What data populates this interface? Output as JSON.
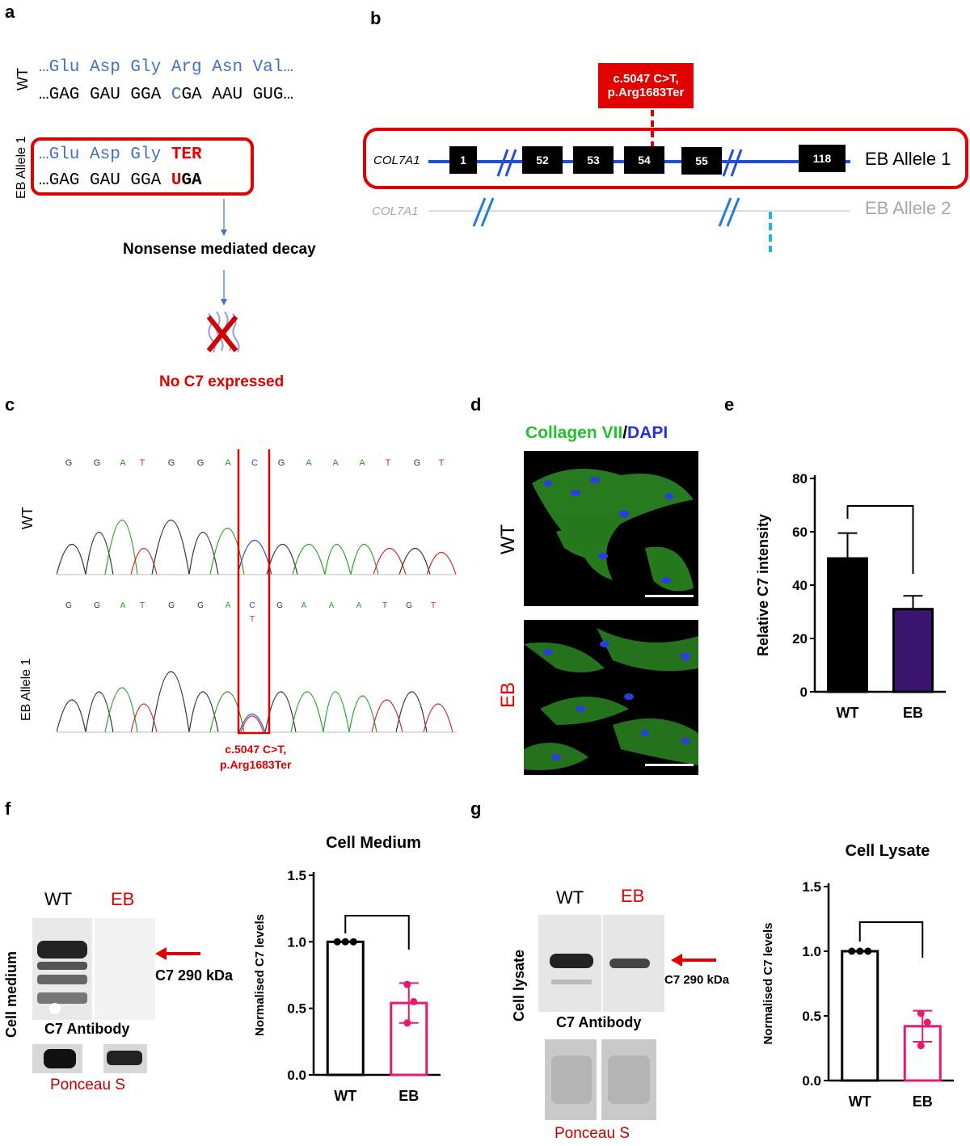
{
  "panels": {
    "a": "a",
    "b": "b",
    "c": "c",
    "d": "d",
    "e": "e",
    "f": "f",
    "g": "g"
  },
  "panel_a": {
    "wt_label": "WT",
    "wt_aa": "…Glu Asp Gly Arg Asn Val…",
    "wt_nt_pre": "…GAG GAU GGA ",
    "wt_nt_c": "C",
    "wt_nt_post": "GA AAU GUG…",
    "eb_label": "EB Allele 1",
    "eb_aa": "…Glu Asp Gly ",
    "eb_aa_ter": "TER",
    "eb_nt_pre": "…GAG GAU GGA ",
    "eb_nt_u": "U",
    "eb_nt_post": "GA",
    "nmd": "Nonsense mediated decay",
    "no_c7": "No C7 expressed"
  },
  "panel_b": {
    "mutation_line1": "c.5047 C>T,",
    "mutation_line2": "p.Arg1683Ter",
    "gene": "COL7A1",
    "gene2": "COL7A1",
    "allele1": "EB Allele 1",
    "allele2": "EB Allele 2",
    "exons": [
      "1",
      "52",
      "53",
      "54",
      "55",
      "118"
    ]
  },
  "panel_c": {
    "wt_label": "WT",
    "eb_label": "EB Allele 1",
    "bases": [
      "G",
      "G",
      "A",
      "T",
      "G",
      "G",
      "A",
      "C",
      "G",
      "A",
      "A",
      "A",
      "T",
      "G",
      "T"
    ],
    "eb_extra": "T",
    "mutation_line1": "c.5047 C>T,",
    "mutation_line2": "p.Arg1683Ter"
  },
  "panel_d": {
    "title_green": "Collagen VII",
    "title_sep": "/",
    "title_blue": "DAPI",
    "wt_label": "WT",
    "eb_label": "EB"
  },
  "colors": {
    "bar_wt": "#000000",
    "bar_eb_e": "#3b1470",
    "pink": "#e8196e",
    "red": "#e00000",
    "blue_text": "#4472c4",
    "exon_line": "#1f4fd8",
    "cyan": "#1fb3e8"
  },
  "chart_data": [
    {
      "panel": "e",
      "type": "bar",
      "categories": [
        "WT",
        "EB"
      ],
      "values": [
        50,
        31
      ],
      "errors": [
        9.5,
        5
      ],
      "xlabel": "",
      "ylabel": "Relative C7 intensity",
      "ylim": [
        0,
        80
      ],
      "yticks": [
        "0",
        "20",
        "40",
        "60",
        "80"
      ]
    },
    {
      "panel": "f",
      "type": "bar",
      "title": "Cell Medium",
      "categories": [
        "WT",
        "EB"
      ],
      "values": [
        1.0,
        0.54
      ],
      "errors": [
        0,
        0.15
      ],
      "points": [
        [
          1.0,
          1.0,
          1.0
        ],
        [
          0.68,
          0.55,
          0.39
        ]
      ],
      "xlabel": "",
      "ylabel": "Normalised C7 levels",
      "ylim": [
        0,
        1.5
      ],
      "yticks": [
        "0.0",
        "0.5",
        "1.0",
        "1.5"
      ]
    },
    {
      "panel": "g",
      "type": "bar",
      "title": "Cell Lysate",
      "categories": [
        "WT",
        "EB"
      ],
      "values": [
        1.0,
        0.42
      ],
      "errors": [
        0,
        0.12
      ],
      "points": [
        [
          1.0,
          1.0,
          1.0
        ],
        [
          0.52,
          0.45,
          0.27
        ]
      ],
      "xlabel": "",
      "ylabel": "Normalised C7 levels",
      "ylim": [
        0,
        1.5
      ],
      "yticks": [
        "0.0",
        "0.5",
        "1.0",
        "1.5"
      ]
    }
  ],
  "panel_f": {
    "wt": "WT",
    "eb": "EB",
    "side_label": "Cell medium",
    "arrow_label": "C7 290 kDa",
    "antibody": "C7 Antibody",
    "ponceau": "Ponceau S"
  },
  "panel_g": {
    "wt": "WT",
    "eb": "EB",
    "side_label": "Cell lysate",
    "arrow_label": "C7 290 kDa",
    "antibody": "C7 Antibody",
    "ponceau": "Ponceau S"
  }
}
